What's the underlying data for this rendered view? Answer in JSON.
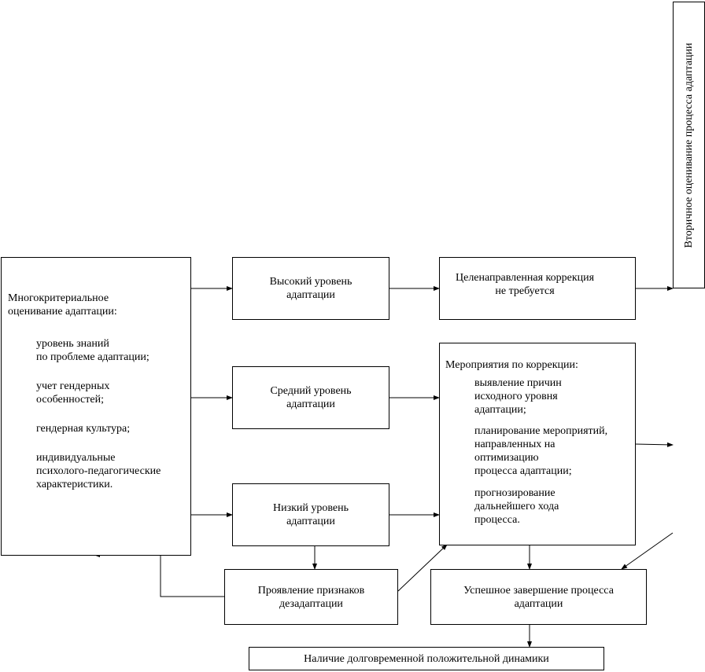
{
  "criteria": {
    "heading_line1": "Многокритериальное",
    "heading_line2": "оценивание адаптации:",
    "item1_line1": "уровень знаний",
    "item1_line2": "по проблеме адаптации;",
    "item2_line1": "учет гендерных",
    "item2_line2": "особенностей;",
    "item3_line1": "гендерная культура;",
    "item4_line1": "индивидуальные",
    "item4_line2": "психолого-педагогические",
    "item4_line3": "характеристики."
  },
  "levels": {
    "high_line1": "Высокий уровень",
    "high_line2": "адаптации",
    "medium_line1": "Средний уровень",
    "medium_line2": "адаптации",
    "low_line1": "Низкий уровень",
    "low_line2": "адаптации"
  },
  "no_correction": {
    "line1": "Целенаправленная коррекция",
    "line2": "не требуется"
  },
  "measures": {
    "heading": "Мероприятия по коррекции:",
    "item1_line1": "выявление причин",
    "item1_line2": "исходного уровня",
    "item1_line3": "адаптации;",
    "item2_line1": "планирование мероприятий,",
    "item2_line2": "направленных на",
    "item2_line3": "оптимизацию",
    "item2_line4": "процесса адаптации;",
    "item3_line1": "прогнозирование",
    "item3_line2": "дальнейшего хода",
    "item3_line3": "процесса."
  },
  "maladaptation": {
    "line1": "Проявление признаков",
    "line2": "дезадаптации"
  },
  "success": {
    "line1": "Успешное завершение процесса",
    "line2": "адаптации"
  },
  "dynamics": {
    "label": "Наличие долговременной положительной динамики"
  },
  "secondary": {
    "label": "Вторичное оценивание процесса адаптации"
  }
}
